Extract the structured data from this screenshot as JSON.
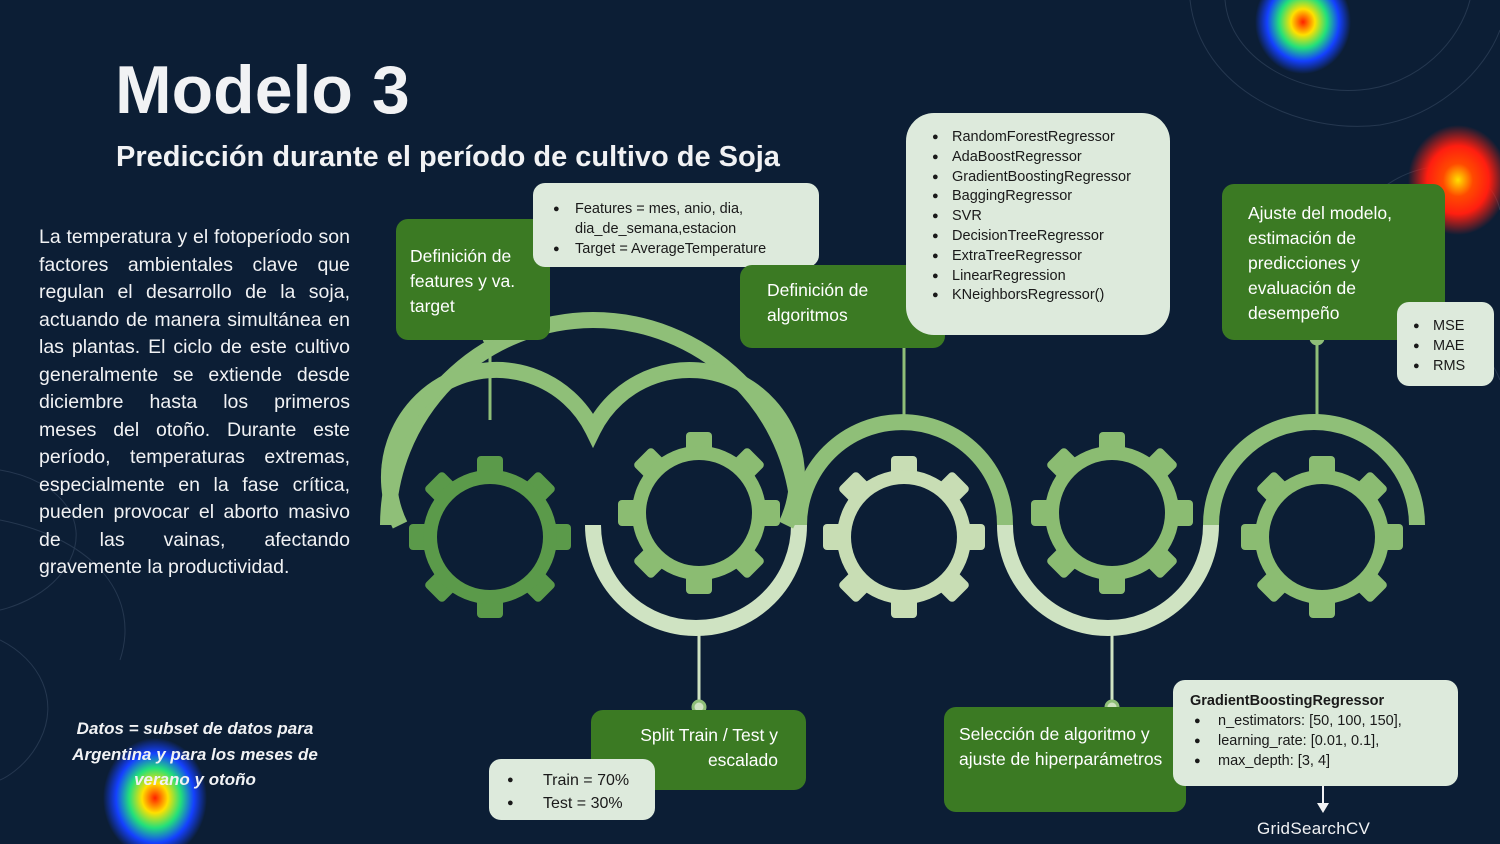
{
  "header": {
    "title": "Modelo 3",
    "subtitle": "Predicción durante el período de cultivo de Soja"
  },
  "intro_text": "La temperatura y el fotoperíodo son factores ambientales clave que regulan el desarrollo de la soja, actuando de manera simultánea en las plantas. El ciclo de este cultivo generalmente se extiende desde diciembre hasta los primeros meses del otoño. Durante este período, temperaturas extremas, especialmente en la fase crítica, pueden provocar el aborto masivo de las vainas, afectando gravemente la productividad.",
  "data_note": "Datos = subset de datos para Argentina y para los meses de verano y otoño",
  "steps": [
    {
      "label": "Definición de features y va. target",
      "details": [
        "Features = mes, anio, dia, dia_de_semana,estacion",
        "Target = AverageTemperature"
      ]
    },
    {
      "label": "Split Train / Test y escalado",
      "details": [
        "Train = 70%",
        "Test = 30%"
      ]
    },
    {
      "label": "Definición de algoritmos",
      "details": [
        "RandomForestRegressor",
        "AdaBoostRegressor",
        "GradientBoostingRegressor",
        "BaggingRegressor",
        "SVR",
        "DecisionTreeRegressor",
        "ExtraTreeRegressor",
        "LinearRegression",
        "KNeighborsRegressor()"
      ]
    },
    {
      "label": "Selección de algoritmo y ajuste de hiperparámetros",
      "detail_title": "GradientBoostingRegressor",
      "details": [
        "n_estimators: [50, 100, 150],",
        "learning_rate: [0.01, 0.1],",
        "max_depth: [3, 4]"
      ],
      "footnote": "GridSearchCV"
    },
    {
      "label": "Ajuste del modelo, estimación de predicciones y evaluación de desempeño",
      "details": [
        "MSE",
        "MAE",
        "RMS"
      ]
    }
  ],
  "colors": {
    "background": "#0c1e35",
    "label_box": "#3b7a23",
    "detail_box": "#ddeadc",
    "gear_dark": "#5b9a4a",
    "gear_mid": "#8bbc72",
    "gear_light": "#c8ddb4",
    "arc_mid": "#8fbf78",
    "arc_light": "#cfe3c2",
    "text": "#f1f2f4"
  }
}
